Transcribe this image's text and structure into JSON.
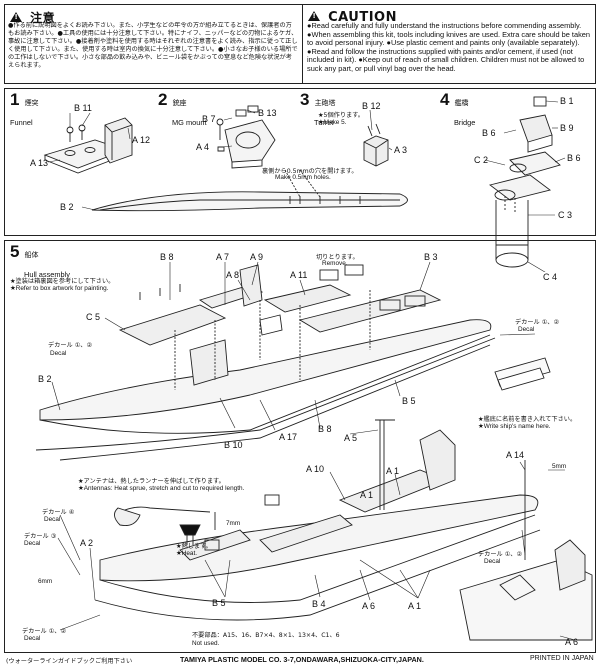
{
  "warning": {
    "jp_title": "注意",
    "jp_body": "●作る前に説明図をよくお読み下さい。また、小学生などの年令の方が組み立てるときは、保護者の方もお読み下さい。●工具の使用には十分注意して下さい。特にナイフ、ニッパーなどの刃物によるケガ、事故に注意して下さい。●接着剤や塗料を使用する時はそれぞれの注意書をよく読み、指示に従って正しく使用して下さい。また、使用する時は室内の換気に十分注意して下さい。●小さなお子様のいる場所での工作はしないで下さい。小さな部品の飲み込みや、ビニール袋をかぶっての窒息など危険な状況が考えられます。",
    "en_title": "CAUTION",
    "en_body": "●Read carefully and fully understand the instructions before commending assembly. ●When assembling this kit, tools including knives are used. Extra care should be taken to avoid personal injury. ●Use plastic cement and paints only (available separately). ●Read and follow the instructions supplied with paints and/or cement, if used (not included in kit). ●Keep out of reach of small children. Children must not be allowed to suck any part, or pull vinyl bag over the head."
  },
  "steps": [
    {
      "num": "1",
      "jp": "煙突",
      "en": "Funnel"
    },
    {
      "num": "2",
      "jp": "銃座",
      "en": "MG mount"
    },
    {
      "num": "3",
      "jp": "主砲塔",
      "en": "Turret"
    },
    {
      "num": "4",
      "jp": "艦橋",
      "en": "Bridge"
    },
    {
      "num": "5",
      "jp": "船体",
      "en": "Hull assembly"
    }
  ],
  "parts": {
    "s1": {
      "b11": "B 11",
      "a12": "A 12",
      "a13": "A 13"
    },
    "s2": {
      "b7": "B 7",
      "b13": "B 13",
      "a4": "A 4"
    },
    "s3": {
      "b12": "B 12",
      "a3": "A 3",
      "note_jp": "★5個作ります。",
      "note_en": "★Make 5."
    },
    "s4": {
      "b1": "B 1",
      "b9": "B 9",
      "b6a": "B 6",
      "b6b": "B 6",
      "c2": "C 2",
      "c3": "C 3",
      "c4": "C 4"
    },
    "deck": {
      "b2": "B 2",
      "holes_jp": "裏側から0.5mmの穴を開けます。",
      "holes_en": "Make 0.5mm holes."
    },
    "s5": {
      "paint_jp": "★塗装は箱裏図を参考にして下さい。",
      "paint_en": "★Refer to box artwork for painting.",
      "b8a": "B 8",
      "a7": "A 7",
      "a9": "A 9",
      "a8": "A 8",
      "a11": "A 11",
      "remove_jp": "切りとります。",
      "remove_en": "Remove.",
      "b3": "B 3",
      "c5": "C 5",
      "b2": "B 2",
      "b10": "B 10",
      "a17": "A 17",
      "b8b": "B 8",
      "b5a": "B 5",
      "decal12_jp": "デカール ①、②",
      "decal_en": "Decal",
      "name_jp": "★艦底に名前を書き入れて下さい。",
      "name_en": "★Write ship's name here.",
      "antenna_jp": "★アンテナは、熱したランナーを伸ばして作ります。",
      "antenna_en": "★Antennas: Heat sprue, stretch and cut to required length.",
      "heat_jp": "★熱します。",
      "heat_en": "★Heat.",
      "a5": "A 5",
      "a10": "A 10",
      "a1a": "A 1",
      "a1b": "A 1",
      "a1c": "A 1",
      "a14": "A 14",
      "decal4_jp": "デカール ④",
      "decal3_jp": "デカール ③",
      "decal12b_jp": "デカール ①、②",
      "decal12c_jp": "デカール ①、②",
      "a2": "A 2",
      "b5b": "B 5",
      "b4": "B 4",
      "a6a": "A 6",
      "a6b": "A 6",
      "mm7": "7mm",
      "mm6": "6mm",
      "mm5": "5mm",
      "unused_jp": "不要部品：A15、16、B7×4、8×1、13×4、C1、6",
      "unused_en": "Not used."
    }
  },
  "footer": {
    "left_jp": "(ウォーターラインガイドブックご利用下さい",
    "company": "TAMIYA PLASTIC MODEL CO. 3-7,ONDAWARA,SHIZUOKA-CITY,JAPAN.",
    "printed": "PRINTED IN JAPAN"
  }
}
